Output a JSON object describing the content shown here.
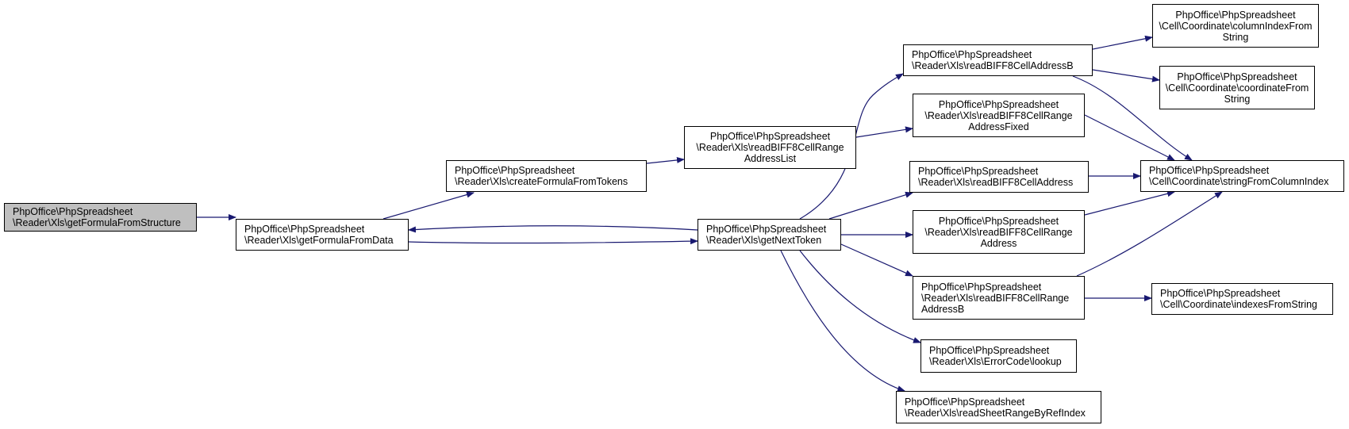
{
  "diagram": {
    "colors": {
      "edge": "#191970",
      "root_fill": "#bfbfbf",
      "node_fill": "#ffffff",
      "border": "#000000"
    },
    "nodes": [
      {
        "id": "n0",
        "lines": [
          "PhpOffice\\PhpSpreadsheet",
          "\\Reader\\Xls\\getFormulaFromStructure"
        ],
        "root": true
      },
      {
        "id": "n1",
        "lines": [
          "PhpOffice\\PhpSpreadsheet",
          "\\Reader\\Xls\\getFormulaFromData"
        ]
      },
      {
        "id": "n2",
        "lines": [
          "PhpOffice\\PhpSpreadsheet",
          "\\Reader\\Xls\\createFormulaFromTokens"
        ]
      },
      {
        "id": "n3",
        "lines": [
          "PhpOffice\\PhpSpreadsheet",
          "\\Reader\\Xls\\getNextToken"
        ]
      },
      {
        "id": "n4",
        "lines": [
          "PhpOffice\\PhpSpreadsheet",
          "\\Reader\\Xls\\readBIFF8CellRange",
          "AddressList"
        ]
      },
      {
        "id": "n5",
        "lines": [
          "PhpOffice\\PhpSpreadsheet",
          "\\Reader\\Xls\\readBIFF8CellAddressB"
        ]
      },
      {
        "id": "n6",
        "lines": [
          "PhpOffice\\PhpSpreadsheet",
          "\\Reader\\Xls\\readBIFF8CellRange",
          "AddressFixed"
        ]
      },
      {
        "id": "n7",
        "lines": [
          "PhpOffice\\PhpSpreadsheet",
          "\\Reader\\Xls\\readBIFF8CellAddress"
        ]
      },
      {
        "id": "n8",
        "lines": [
          "PhpOffice\\PhpSpreadsheet",
          "\\Reader\\Xls\\readBIFF8CellRange",
          "Address"
        ]
      },
      {
        "id": "n9",
        "lines": [
          "PhpOffice\\PhpSpreadsheet",
          "\\Reader\\Xls\\readBIFF8CellRange",
          "AddressB"
        ]
      },
      {
        "id": "n10",
        "lines": [
          "PhpOffice\\PhpSpreadsheet",
          "\\Reader\\Xls\\ErrorCode\\lookup"
        ]
      },
      {
        "id": "n11",
        "lines": [
          "PhpOffice\\PhpSpreadsheet",
          "\\Reader\\Xls\\readSheetRangeByRefIndex"
        ]
      },
      {
        "id": "n12",
        "lines": [
          "PhpOffice\\PhpSpreadsheet",
          "\\Cell\\Coordinate\\columnIndexFrom",
          "String"
        ]
      },
      {
        "id": "n13",
        "lines": [
          "PhpOffice\\PhpSpreadsheet",
          "\\Cell\\Coordinate\\coordinateFrom",
          "String"
        ]
      },
      {
        "id": "n14",
        "lines": [
          "PhpOffice\\PhpSpreadsheet",
          "\\Cell\\Coordinate\\stringFromColumnIndex"
        ]
      },
      {
        "id": "n15",
        "lines": [
          "PhpOffice\\PhpSpreadsheet",
          "\\Cell\\Coordinate\\indexesFromString"
        ]
      }
    ],
    "edges": [
      {
        "from": "n0",
        "to": "n1"
      },
      {
        "from": "n1",
        "to": "n2"
      },
      {
        "from": "n1",
        "to": "n3"
      },
      {
        "from": "n3",
        "to": "n1"
      },
      {
        "from": "n2",
        "to": "n4"
      },
      {
        "from": "n4",
        "to": "n6"
      },
      {
        "from": "n3",
        "to": "n5"
      },
      {
        "from": "n3",
        "to": "n7"
      },
      {
        "from": "n3",
        "to": "n8"
      },
      {
        "from": "n3",
        "to": "n9"
      },
      {
        "from": "n3",
        "to": "n10"
      },
      {
        "from": "n3",
        "to": "n11"
      },
      {
        "from": "n5",
        "to": "n12"
      },
      {
        "from": "n5",
        "to": "n13"
      },
      {
        "from": "n5",
        "to": "n14"
      },
      {
        "from": "n6",
        "to": "n14"
      },
      {
        "from": "n7",
        "to": "n14"
      },
      {
        "from": "n8",
        "to": "n14"
      },
      {
        "from": "n9",
        "to": "n14"
      },
      {
        "from": "n9",
        "to": "n15"
      }
    ]
  }
}
